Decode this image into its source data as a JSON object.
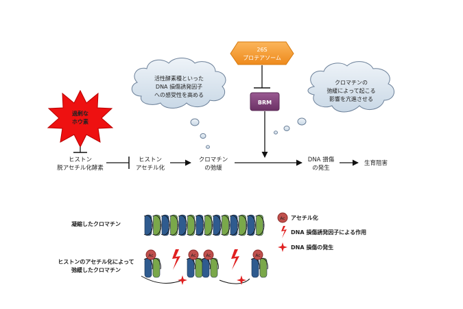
{
  "nodes": {
    "proteasome": {
      "line1": "26S",
      "line2": "プロテアソーム",
      "color": "#f59a2e"
    },
    "brm": {
      "label": "BRM",
      "color": "#7f3f78"
    },
    "boron": {
      "line1": "過剰な",
      "line2": "ホウ素",
      "color": "#ee1111"
    },
    "hdac": {
      "line1": "ヒストン",
      "line2": "脱アセチル化酵素"
    },
    "acetylation": {
      "line1": "ヒストン",
      "line2": "アセチル化"
    },
    "relax": {
      "line1": "クロマチン",
      "line2": "の弛緩"
    },
    "dna_damage": {
      "line1": "DNA 損傷",
      "line2": "の発生"
    },
    "growth": {
      "label": "生育阻害"
    }
  },
  "clouds": {
    "left": {
      "line1": "活性酵素種といった",
      "line2": "DNA 損傷誘発因子",
      "line3": "への感受性を高める"
    },
    "right": {
      "line1": "クロマチンの",
      "line2": "弛緩によって起こる",
      "line3": "影響を亢進させる"
    }
  },
  "chromatin": {
    "condensed_label": "凝縮したクロマチン",
    "relaxed_label_line1": "ヒストンのアセチル化によって",
    "relaxed_label_line2": "弛緩したクロマチン",
    "ac_text": "Ac"
  },
  "legend": {
    "acetyl": "アセチル化",
    "inducer": "DNA 損傷誘発因子による作用",
    "damage": "DNA 損傷の発生"
  },
  "colors": {
    "cloud_fill": "#dde8f2",
    "cloud_stroke": "#5a6f8a",
    "nucleosome_blue": "#2f5b8f",
    "nucleosome_green": "#7aa84a",
    "ac_red": "#c0504d",
    "bolt_red": "#e02020"
  }
}
